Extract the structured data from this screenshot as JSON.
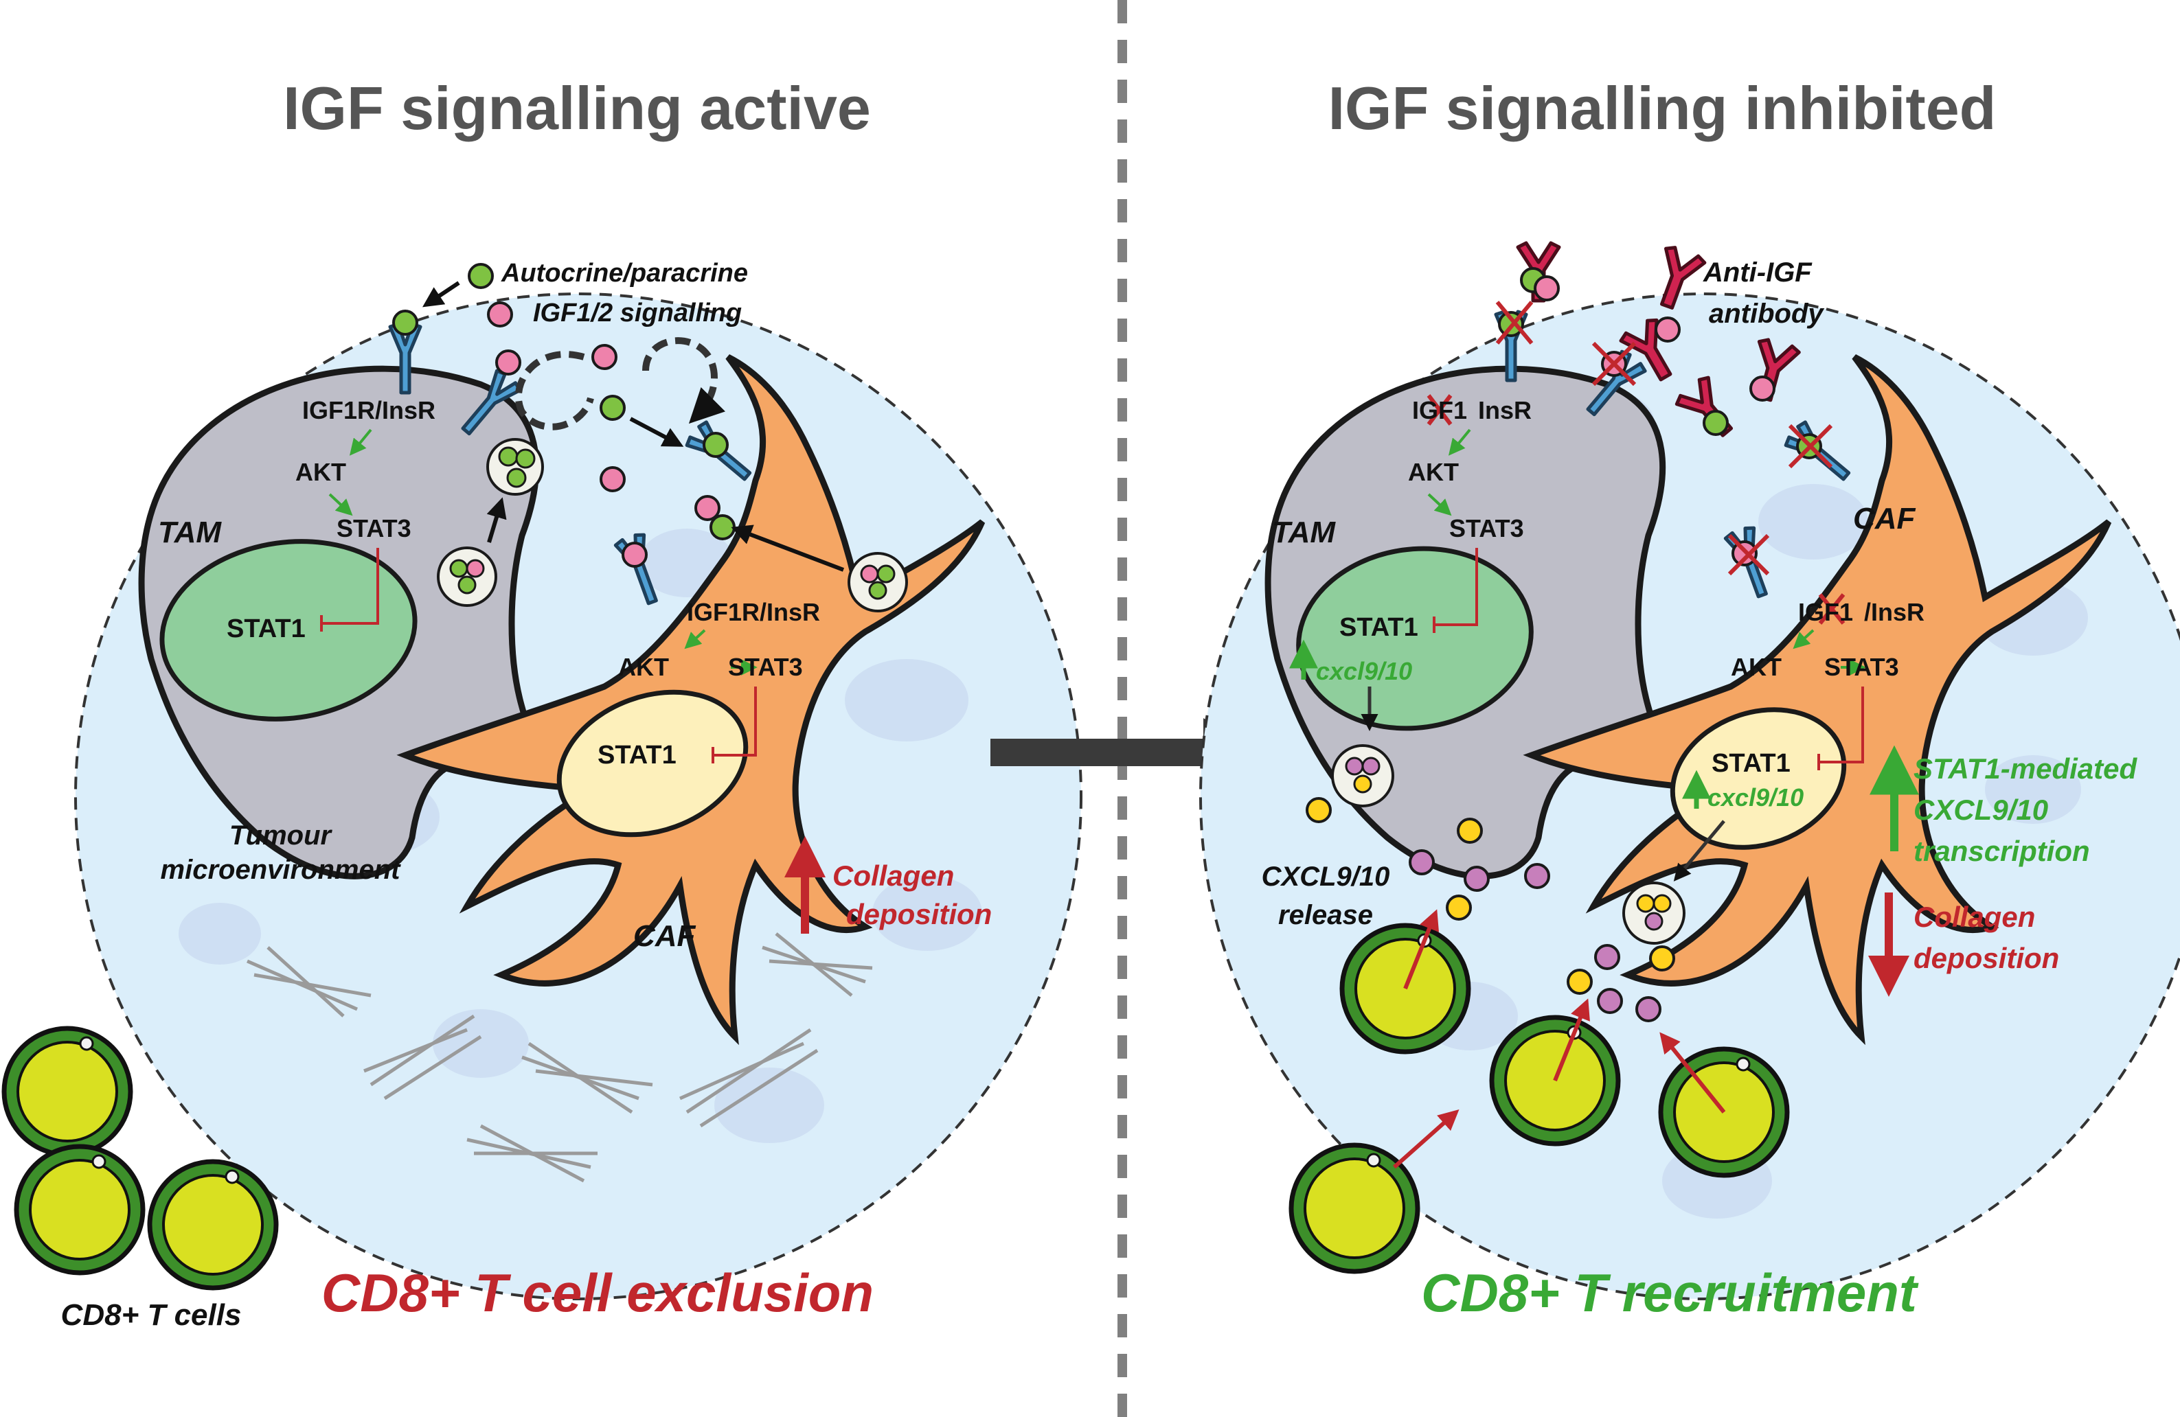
{
  "colors": {
    "background": "#ffffff",
    "circle_fill": "#dbeefa",
    "tam": "#bebec8",
    "caf": "#f5a664",
    "nucleus_tam": "#8fce9c",
    "nucleus_caf": "#fdf0bb",
    "receptor": "#4f9fd3",
    "antibody": "#d02350",
    "igf_green": "#7fc242",
    "igf_pink": "#ee82ab",
    "cxcl_yellow": "#ffd21e",
    "cxcl_purple": "#c77fbb",
    "tcell": "#d9e021",
    "red_text": "#c1272d",
    "green_text": "#39a935",
    "title_grey": "#555555",
    "collagen": "#9a9a9a"
  },
  "left": {
    "title": "IGF signalling active",
    "signalling_label_1": "Autocrine/paracrine",
    "signalling_label_2": "IGF1/2 signalling",
    "tam": {
      "name": "TAM",
      "receptor": "IGF1R/InsR",
      "akt": "AKT",
      "stat3": "STAT3",
      "stat1": "STAT1"
    },
    "caf": {
      "name": "CAF",
      "receptor": "IGF1R/InsR",
      "akt": "AKT",
      "stat3": "STAT3",
      "stat1": "STAT1"
    },
    "microenvironment_1": "Tumour",
    "microenvironment_2": "microenvironment",
    "collagen_1": "Collagen",
    "collagen_2": "deposition",
    "tcells_label": "CD8+ T cells",
    "outcome": "CD8+ T cell exclusion"
  },
  "right": {
    "title": "IGF signalling inhibited",
    "antibody_1": "Anti-IGF",
    "antibody_2": "antibody",
    "tam": {
      "name": "TAM",
      "receptor_a": "IGF1",
      "receptor_b": "InsR",
      "akt": "AKT",
      "stat3": "STAT3",
      "stat1": "STAT1",
      "cxcl": "cxcl9/10"
    },
    "caf": {
      "name": "CAF",
      "receptor_a": "IGF1",
      "receptor_b": "/InsR",
      "akt": "AKT",
      "stat3": "STAT3",
      "stat1": "STAT1",
      "cxcl": "cxcl9/10"
    },
    "release_1": "CXCL9/10",
    "release_2": "release",
    "stat1_note_1": "STAT1-mediated",
    "stat1_note_2": "CXCL9/10",
    "stat1_note_3": "transcription",
    "collagen_1": "Collagen",
    "collagen_2": "deposition",
    "outcome": "CD8+ T recruitment"
  }
}
